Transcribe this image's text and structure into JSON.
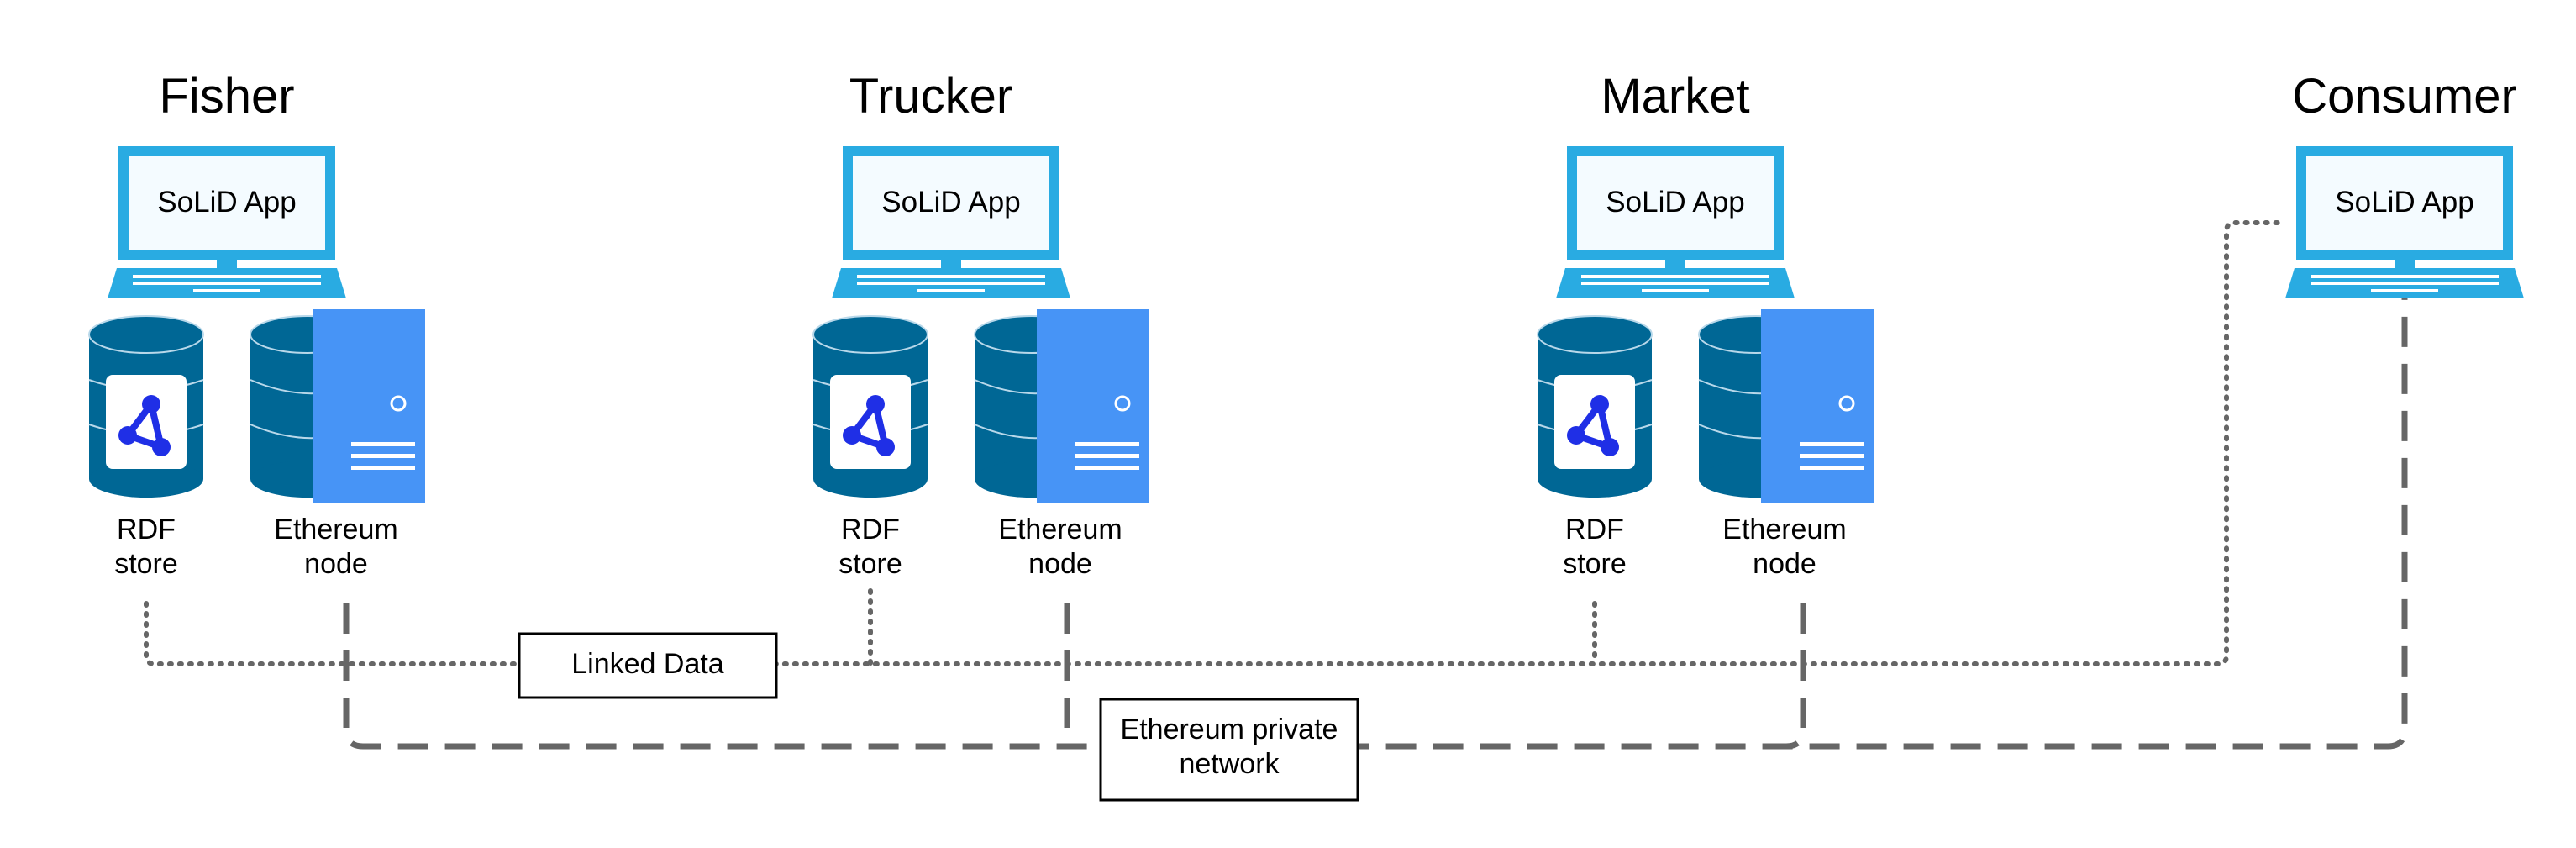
{
  "actors": [
    {
      "name": "Fisher",
      "app_label": "SoLiD App",
      "store_label": [
        "RDF",
        "store"
      ],
      "node_label": [
        "Ethereum",
        "node"
      ]
    },
    {
      "name": "Trucker",
      "app_label": "SoLiD App",
      "store_label": [
        "RDF",
        "store"
      ],
      "node_label": [
        "Ethereum",
        "node"
      ]
    },
    {
      "name": "Market",
      "app_label": "SoLiD App",
      "store_label": [
        "RDF",
        "store"
      ],
      "node_label": [
        "Ethereum",
        "node"
      ]
    },
    {
      "name": "Consumer",
      "app_label": "SoLiD App"
    }
  ],
  "networks": {
    "linked_data": {
      "label": "Linked Data",
      "style": "dotted"
    },
    "ethereum": {
      "label": [
        "Ethereum private",
        "network"
      ],
      "style": "dashed"
    }
  },
  "colors": {
    "laptop": "#29abe2",
    "screen": "#f4fbff",
    "cylinder": "#006795",
    "cylinder_line": "#b8d8ea",
    "server": "#4794f6",
    "connector": "#666666",
    "graph_icon": "#1f2fe6"
  },
  "icons": [
    "laptop-icon",
    "database-icon",
    "server-icon",
    "graph-icon"
  ]
}
